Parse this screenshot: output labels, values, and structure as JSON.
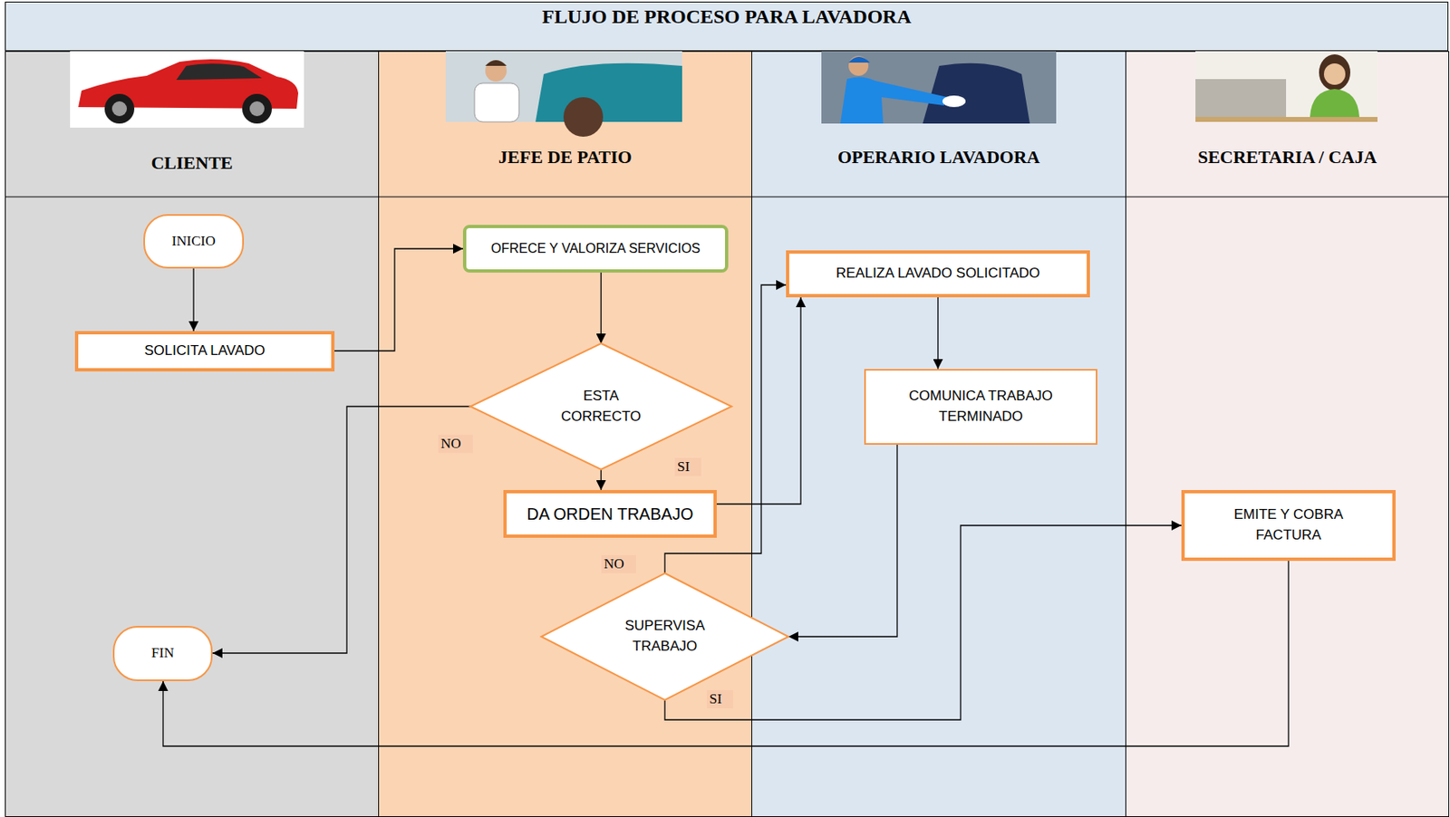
{
  "diagram": {
    "title": "FLUJO DE PROCESO PARA LAVADORA",
    "nodes": [
      {
        "text": [
          "CLIENTE"
        ]
      },
      {
        "text": [
          "INICIO"
        ],
        "in": 0
      },
      {
        "text": [
          "SOLICITA LAVADO"
        ],
        "in": 0
      },
      {
        "text": [
          "FIN"
        ],
        "in": 0
      },
      {
        "text": [
          "JEFE DE PATIO"
        ]
      },
      {
        "text": [
          "OFRECE Y VALORIZA SERVICIOS"
        ],
        "in": 4
      },
      {
        "text": [
          "ESTA CORRECTO"
        ],
        "in": 4
      },
      {
        "text": [
          "DA ORDEN TRABAJO"
        ],
        "in": 4
      },
      {
        "text": [
          "SUPERVISA TRABAJO"
        ],
        "in": 4
      },
      {
        "text": [
          "OPERARIO LAVADORA"
        ]
      },
      {
        "text": [
          "REALIZA LAVADO SOLICITADO"
        ],
        "in": 9
      },
      {
        "text": [
          "COMUNICA TRABAJO TERMINADO"
        ],
        "in": 9
      },
      {
        "text": [
          "SECRETARIA / CAJA"
        ]
      },
      {
        "text": [
          "EMITE Y COBRA FACTURA"
        ],
        "in": 12
      }
    ],
    "edges": [
      {
        "from": 1,
        "to": 2,
        "arrow": "to"
      },
      {
        "from": 2,
        "to": 5,
        "arrow": "to"
      },
      {
        "from": 5,
        "to": 6,
        "arrow": "to"
      },
      {
        "from": 6,
        "to": 3,
        "label": "NO",
        "arrow": "to"
      },
      {
        "from": 6,
        "to": 7,
        "label": "SI",
        "arrow": "to"
      },
      {
        "from": 7,
        "to": 10,
        "arrow": "to"
      },
      {
        "from": 10,
        "to": 11,
        "arrow": "to"
      },
      {
        "from": 11,
        "to": 8,
        "arrow": "to"
      },
      {
        "from": 8,
        "to": 10,
        "label": "NO",
        "arrow": "to"
      },
      {
        "from": 8,
        "to": 13,
        "label": "SI",
        "arrow": "to"
      },
      {
        "from": 13,
        "to": 3,
        "arrow": "to"
      }
    ]
  }
}
